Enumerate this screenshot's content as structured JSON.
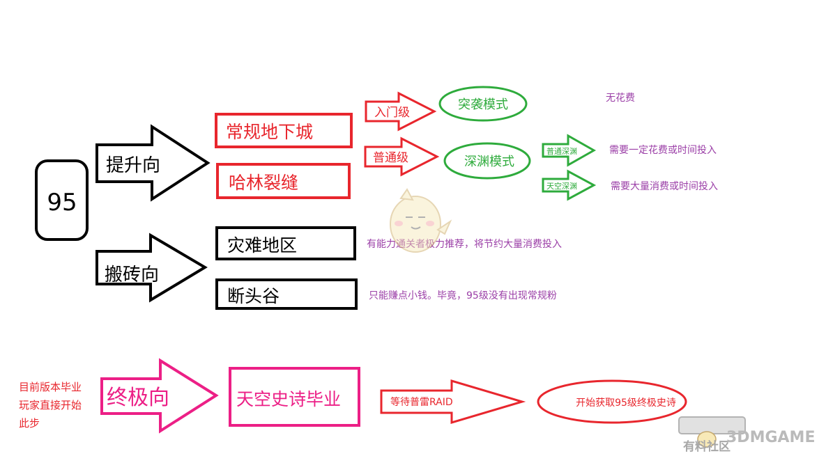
{
  "root": {
    "label": "95"
  },
  "branches": {
    "upgrade": {
      "label": "提升向"
    },
    "farm": {
      "label": "搬砖向"
    },
    "ultimate": {
      "label": "终极向"
    }
  },
  "boxes": {
    "dungeon": "常规地下城",
    "halin": "哈林裂缝",
    "disaster": "灾难地区",
    "valley": "断头谷",
    "sky": "天空史诗毕业"
  },
  "levels": {
    "entry": "入门级",
    "normal": "普通级",
    "normal_abyss": "普通深渊",
    "sky_abyss": "天空深渊",
    "raid": "等待普雷RAID"
  },
  "modes": {
    "raid_mode": "突袭模式",
    "abyss_mode": "深渊模式",
    "final": "开始获取95级终极史诗"
  },
  "notes": {
    "no_cost": "无花费",
    "some_cost": "需要一定花费或时间投入",
    "big_cost": "需要大量消费或时间投入",
    "disaster_note": "有能力通关者极力推荐，将节约大量消费投入",
    "valley_note": "只能赚点小钱。毕竟，95级没有出现常规粉",
    "ultimate_note": [
      "目前版本毕业",
      "玩家直接开始",
      "此步"
    ]
  },
  "watermark": {
    "brand": "3DMGAME",
    "community": "有料社区"
  },
  "colors": {
    "black": "#000000",
    "red": "#e8262d",
    "magenta": "#ec1f86",
    "green": "#2eab3c",
    "purple": "#9b3fa7"
  }
}
